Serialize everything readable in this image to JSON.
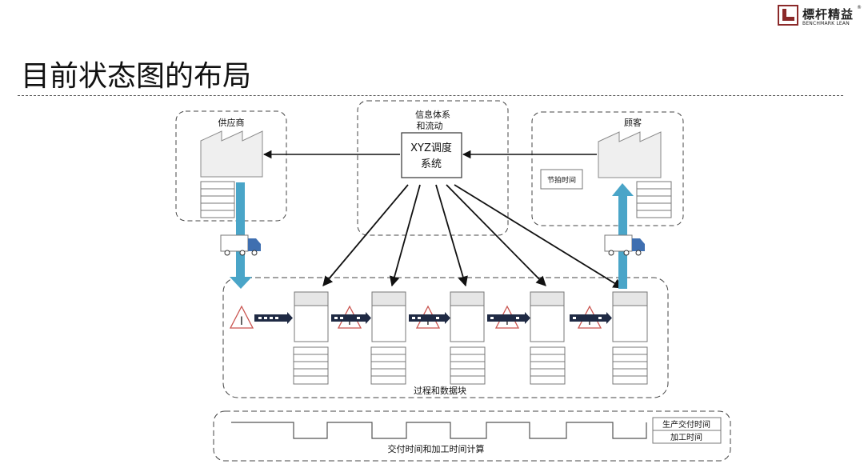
{
  "logo": {
    "name_cn": "標杆精益",
    "name_en": "BENCHMARK LEAN",
    "reg": "®",
    "colors": {
      "mark": "#8b2a2a"
    }
  },
  "page": {
    "title": "目前状态图的布局"
  },
  "diagram": {
    "supplier": {
      "label": "供应商"
    },
    "info": {
      "label_line1": "信息体系",
      "label_line2": "和流动"
    },
    "system": {
      "line1": "XYZ调度",
      "line2": "系统"
    },
    "customer": {
      "label": "顾客"
    },
    "takt": {
      "label": "节拍时间"
    },
    "process": {
      "label": "过程和数据块",
      "inventory_symbol": "I"
    },
    "timeline": {
      "label": "交付时间和加工时间计算",
      "lead_time": "生产交付时间",
      "process_time": "加工时间"
    },
    "colors": {
      "flow_arrow": "#4aa5c8",
      "inventory_triangle": "#c9544f",
      "push_arrow": "#1f2a44",
      "truck_cab": "#3f6fb0"
    }
  }
}
